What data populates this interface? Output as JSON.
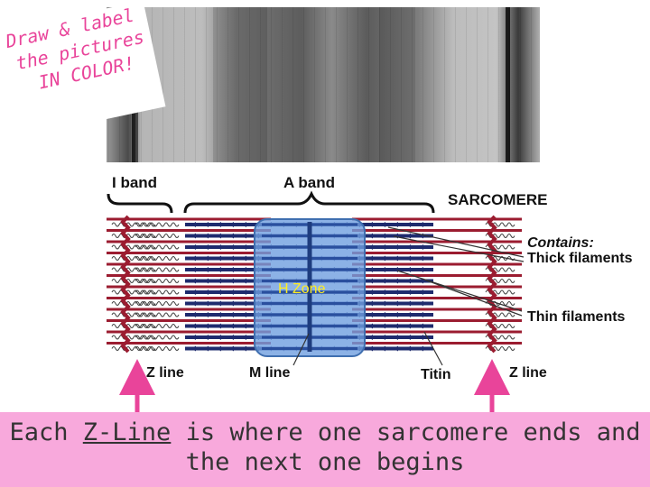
{
  "note": {
    "line1": "Draw & label",
    "line2": "the pictures",
    "line3": "IN COLOR!",
    "color": "#e9449a"
  },
  "diagram": {
    "i_band": "I band",
    "a_band": "A band",
    "sarcomere": "SARCOMERE",
    "contains": "Contains:",
    "thick_filaments": "Thick filaments",
    "thin_filaments": "Thin filaments",
    "h_zone": "H Zone",
    "z_line_left": "Z line",
    "m_line": "M line",
    "titin": "Titin",
    "z_line_right": "Z line",
    "thin_filament_color": "#9b1c30",
    "thick_filament_color": "#1e2b6e",
    "h_zone_color": "#6f9fe0",
    "arrow_color": "#e9449a"
  },
  "caption": {
    "pre": "Each ",
    "emph": "Z-Line",
    "post": " is where one sarcomere ends and",
    "line2": "the next one begins",
    "bg": "#f8a9dc"
  }
}
